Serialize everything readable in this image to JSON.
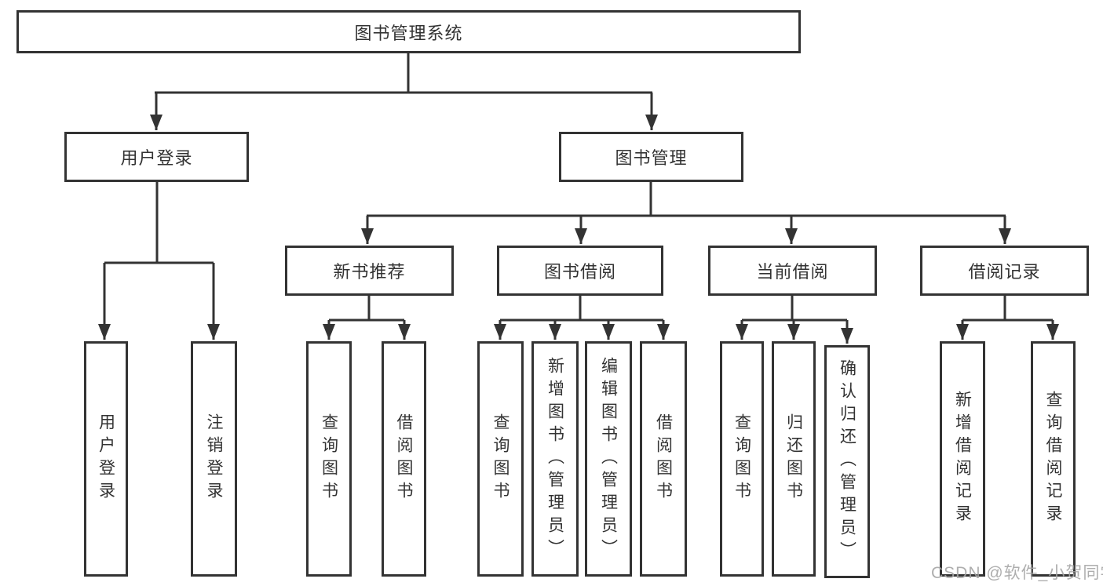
{
  "diagram_type": "hierarchy-tree",
  "colors": {
    "line": "#333333",
    "box_border": "#333333",
    "text": "#333333",
    "background": "#ffffff",
    "watermark": "#a5a5a5"
  },
  "tree": {
    "label": "图书管理系统",
    "children": [
      {
        "label": "用户登录",
        "children": [
          {
            "label": "用户登录"
          },
          {
            "label": "注销登录"
          }
        ]
      },
      {
        "label": "图书管理",
        "children": [
          {
            "label": "新书推荐",
            "children": [
              {
                "label": "查询图书"
              },
              {
                "label": "借阅图书"
              }
            ]
          },
          {
            "label": "图书借阅",
            "children": [
              {
                "label": "查询图书"
              },
              {
                "label": "新增图书（管理员）"
              },
              {
                "label": "编辑图书（管理员）"
              },
              {
                "label": "借阅图书"
              }
            ]
          },
          {
            "label": "当前借阅",
            "children": [
              {
                "label": "查询图书"
              },
              {
                "label": "归还图书"
              },
              {
                "label": "确认归还（管理员）"
              }
            ]
          },
          {
            "label": "借阅记录",
            "children": [
              {
                "label": "新增借阅记录"
              },
              {
                "label": "查询借阅记录"
              }
            ]
          }
        ]
      }
    ]
  },
  "watermark": {
    "text": "CSDN @软件_小贺同学"
  }
}
